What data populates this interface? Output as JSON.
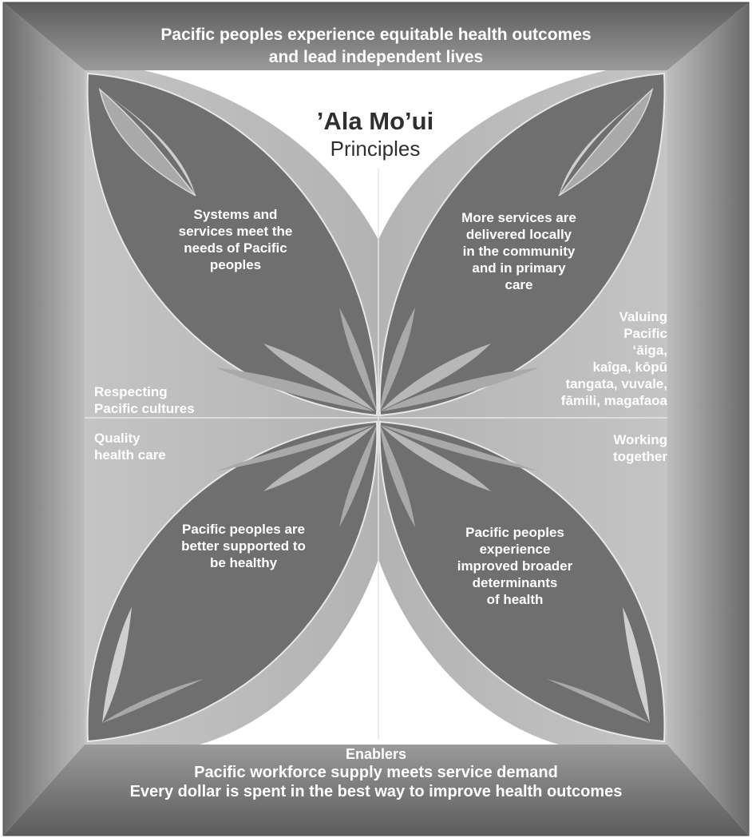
{
  "outcome_banner": {
    "line1": "Pacific peoples experience equitable health outcomes",
    "line2": "and lead independent lives"
  },
  "title": {
    "main": "’Ala Mo’ui",
    "sub": "Principles"
  },
  "petals": {
    "top_left": [
      "Systems and",
      "services meet the",
      "needs of Pacific",
      "peoples"
    ],
    "top_right": [
      "More services are",
      "delivered locally",
      "in the community",
      "and in primary",
      "care"
    ],
    "bottom_left": [
      "Pacific peoples are",
      "better supported to",
      "be healthy"
    ],
    "bottom_right": [
      "Pacific peoples",
      "experience",
      "improved broader",
      "determinants",
      "of health"
    ]
  },
  "principles": {
    "respecting": [
      "Respecting",
      "Pacific cultures"
    ],
    "quality": [
      "Quality",
      "health care"
    ],
    "valuing": [
      "Valuing",
      "Pacific",
      "‘āiga,",
      "kaîga, kōpū",
      "tangata, vuvale,",
      "fāmili, magafaoa"
    ],
    "working": [
      "Working",
      "together"
    ]
  },
  "enablers_banner": {
    "heading": "Enablers",
    "line1": "Pacific workforce supply meets service demand",
    "line2": "Every dollar is spent in the best way to improve health outcomes"
  },
  "colors": {
    "frame_dark": "#6e6e6e",
    "frame_light": "#b9b9b9",
    "panel": "#bdbdbd",
    "petal": "#6f6f6f",
    "petal_accent": "#a9a9a9",
    "title_text": "#2f2f2f"
  }
}
